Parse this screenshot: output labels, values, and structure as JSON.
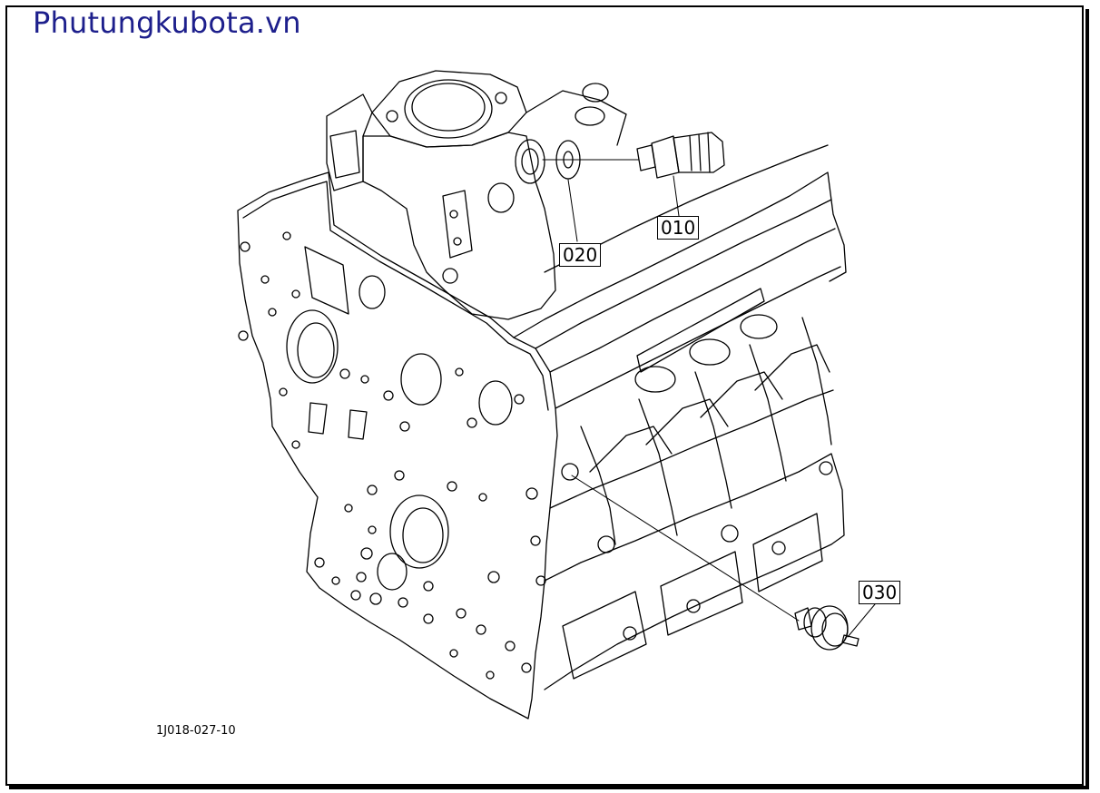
{
  "watermark": "Phutungkubota.vn",
  "figure_code": "1J018-027-10",
  "callouts": {
    "p010": "010",
    "p020": "020",
    "p030": "030"
  },
  "colors": {
    "watermark": "#1d1f8c",
    "line": "#000000",
    "background": "#ffffff"
  }
}
